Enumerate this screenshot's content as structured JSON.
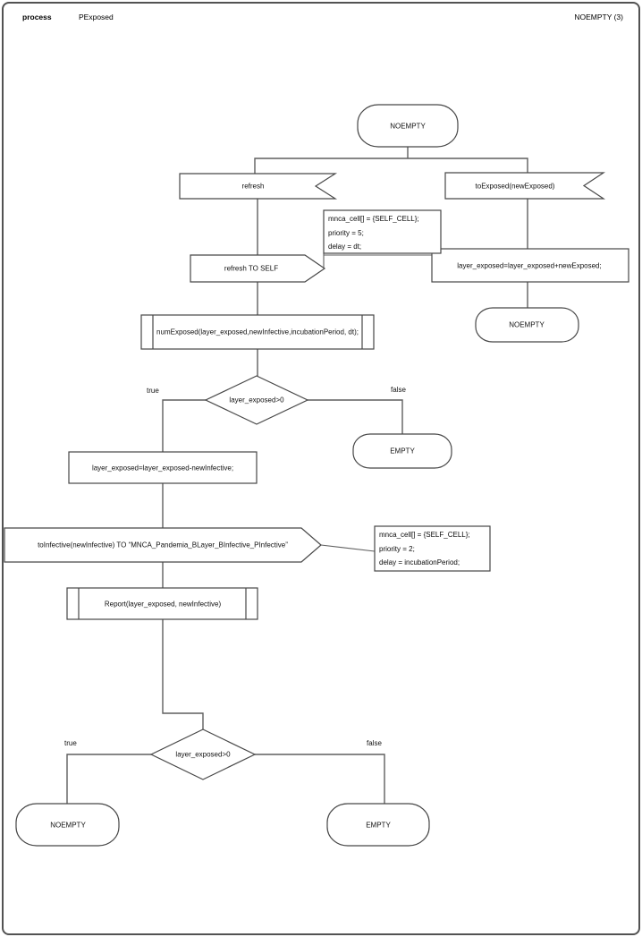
{
  "header": {
    "process_label": "process",
    "process_name": "PExposed",
    "state_ref": "NOEMPTY (3)"
  },
  "colors": {
    "background": "#ffffff",
    "shape_border": "#474747",
    "connector": "#5f5f5f",
    "text": "#111111"
  },
  "nodes": {
    "start_state": "NOEMPTY",
    "refresh_signal": "refresh",
    "to_exposed_signal": "toExposed(newExposed)",
    "refresh_to_self": "refresh TO SELF",
    "note1": {
      "lines": [
        "mnca_cell[] = {SELF_CELL};",
        "priority = 5;",
        "delay = dt;"
      ]
    },
    "add_exposed": "layer_exposed=layer_exposed+newExposed;",
    "noempty_right": "NOEMPTY",
    "num_exposed_call": "numExposed(layer_exposed,newInfective,incubationPeriod, dt);",
    "decision1": "layer_exposed>0",
    "decision1_true": "true",
    "decision1_false": "false",
    "empty_mid": "EMPTY",
    "subtract_infective": "layer_exposed=layer_exposed-newInfective;",
    "to_infective_signal": "toInfective(newInfective) TO “MNCA_Pandemia_BLayer_BInfective_PInfective”",
    "note2": {
      "lines": [
        "mnca_cell[] = {SELF_CELL};",
        "priority = 2;",
        "delay = incubationPeriod;"
      ]
    },
    "report_call": "Report(layer_exposed, newInfective)",
    "decision2": "layer_exposed>0",
    "decision2_true": "true",
    "decision2_false": "false",
    "noempty_bottom": "NOEMPTY",
    "empty_bottom": "EMPTY"
  }
}
